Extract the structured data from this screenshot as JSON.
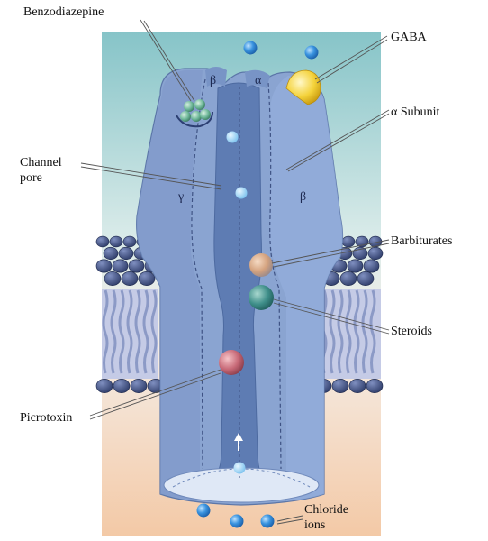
{
  "labels": {
    "benzodiazepine": "Benzodiazepine",
    "gaba": "GABA",
    "alpha_subunit": "α Subunit",
    "channel_pore_line1": "Channel",
    "channel_pore_line2": "pore",
    "barbiturates": "Barbiturates",
    "steroids": "Steroids",
    "picrotoxin": "Picrotoxin",
    "chloride_line1": "Chloride",
    "chloride_line2": "ions"
  },
  "subunit_letters": {
    "beta_top": "β",
    "alpha_top": "α",
    "gamma": "γ",
    "beta_right": "β"
  },
  "colors": {
    "sky_top": "#86c4c8",
    "sky_bottom": "#dcecea",
    "extracellular_bottom": "#f3c9a6",
    "receptor": "#7f9ccc",
    "receptor_dark": "#5f7db0",
    "pore": "#5b78ad",
    "lipid_head": "#4a5c8f",
    "lipid_tail": "#8c9ac6",
    "chloride_ion": "#2b7fd0",
    "gaba": "#f4d23a",
    "benzodiazepine": "#6fb89a",
    "barbiturate": "#d4a27e",
    "steroid": "#3f8f8a",
    "picrotoxin": "#c86a78"
  }
}
